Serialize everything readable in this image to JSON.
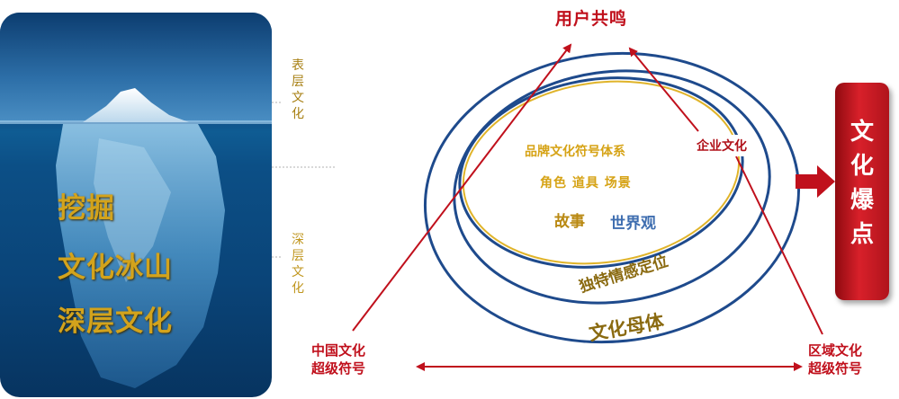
{
  "left_panel": {
    "surface_label": "表层文化",
    "deep_label": "深层文化",
    "lines": [
      "挖掘",
      "文化冰山",
      "深层文化"
    ]
  },
  "diagram": {
    "top": "用户共鸣",
    "inner_title": "品牌文化符号体系",
    "inner_items": "角色 道具 场景",
    "story": "故事",
    "worldview": "世界观",
    "unique_positioning": "独特情感定位",
    "culture_mother": "文化母体",
    "enterprise_culture": "企业文化",
    "bottom_left": [
      "中国文化",
      "超级符号"
    ],
    "bottom_right": [
      "区域文化",
      "超级符号"
    ],
    "explosion": "文化爆点"
  },
  "colors": {
    "accent_red": "#c0101c",
    "gold": "#d6a316",
    "ellipse_blue": "#1e4a8c",
    "explosion_red": "#d8202a"
  }
}
